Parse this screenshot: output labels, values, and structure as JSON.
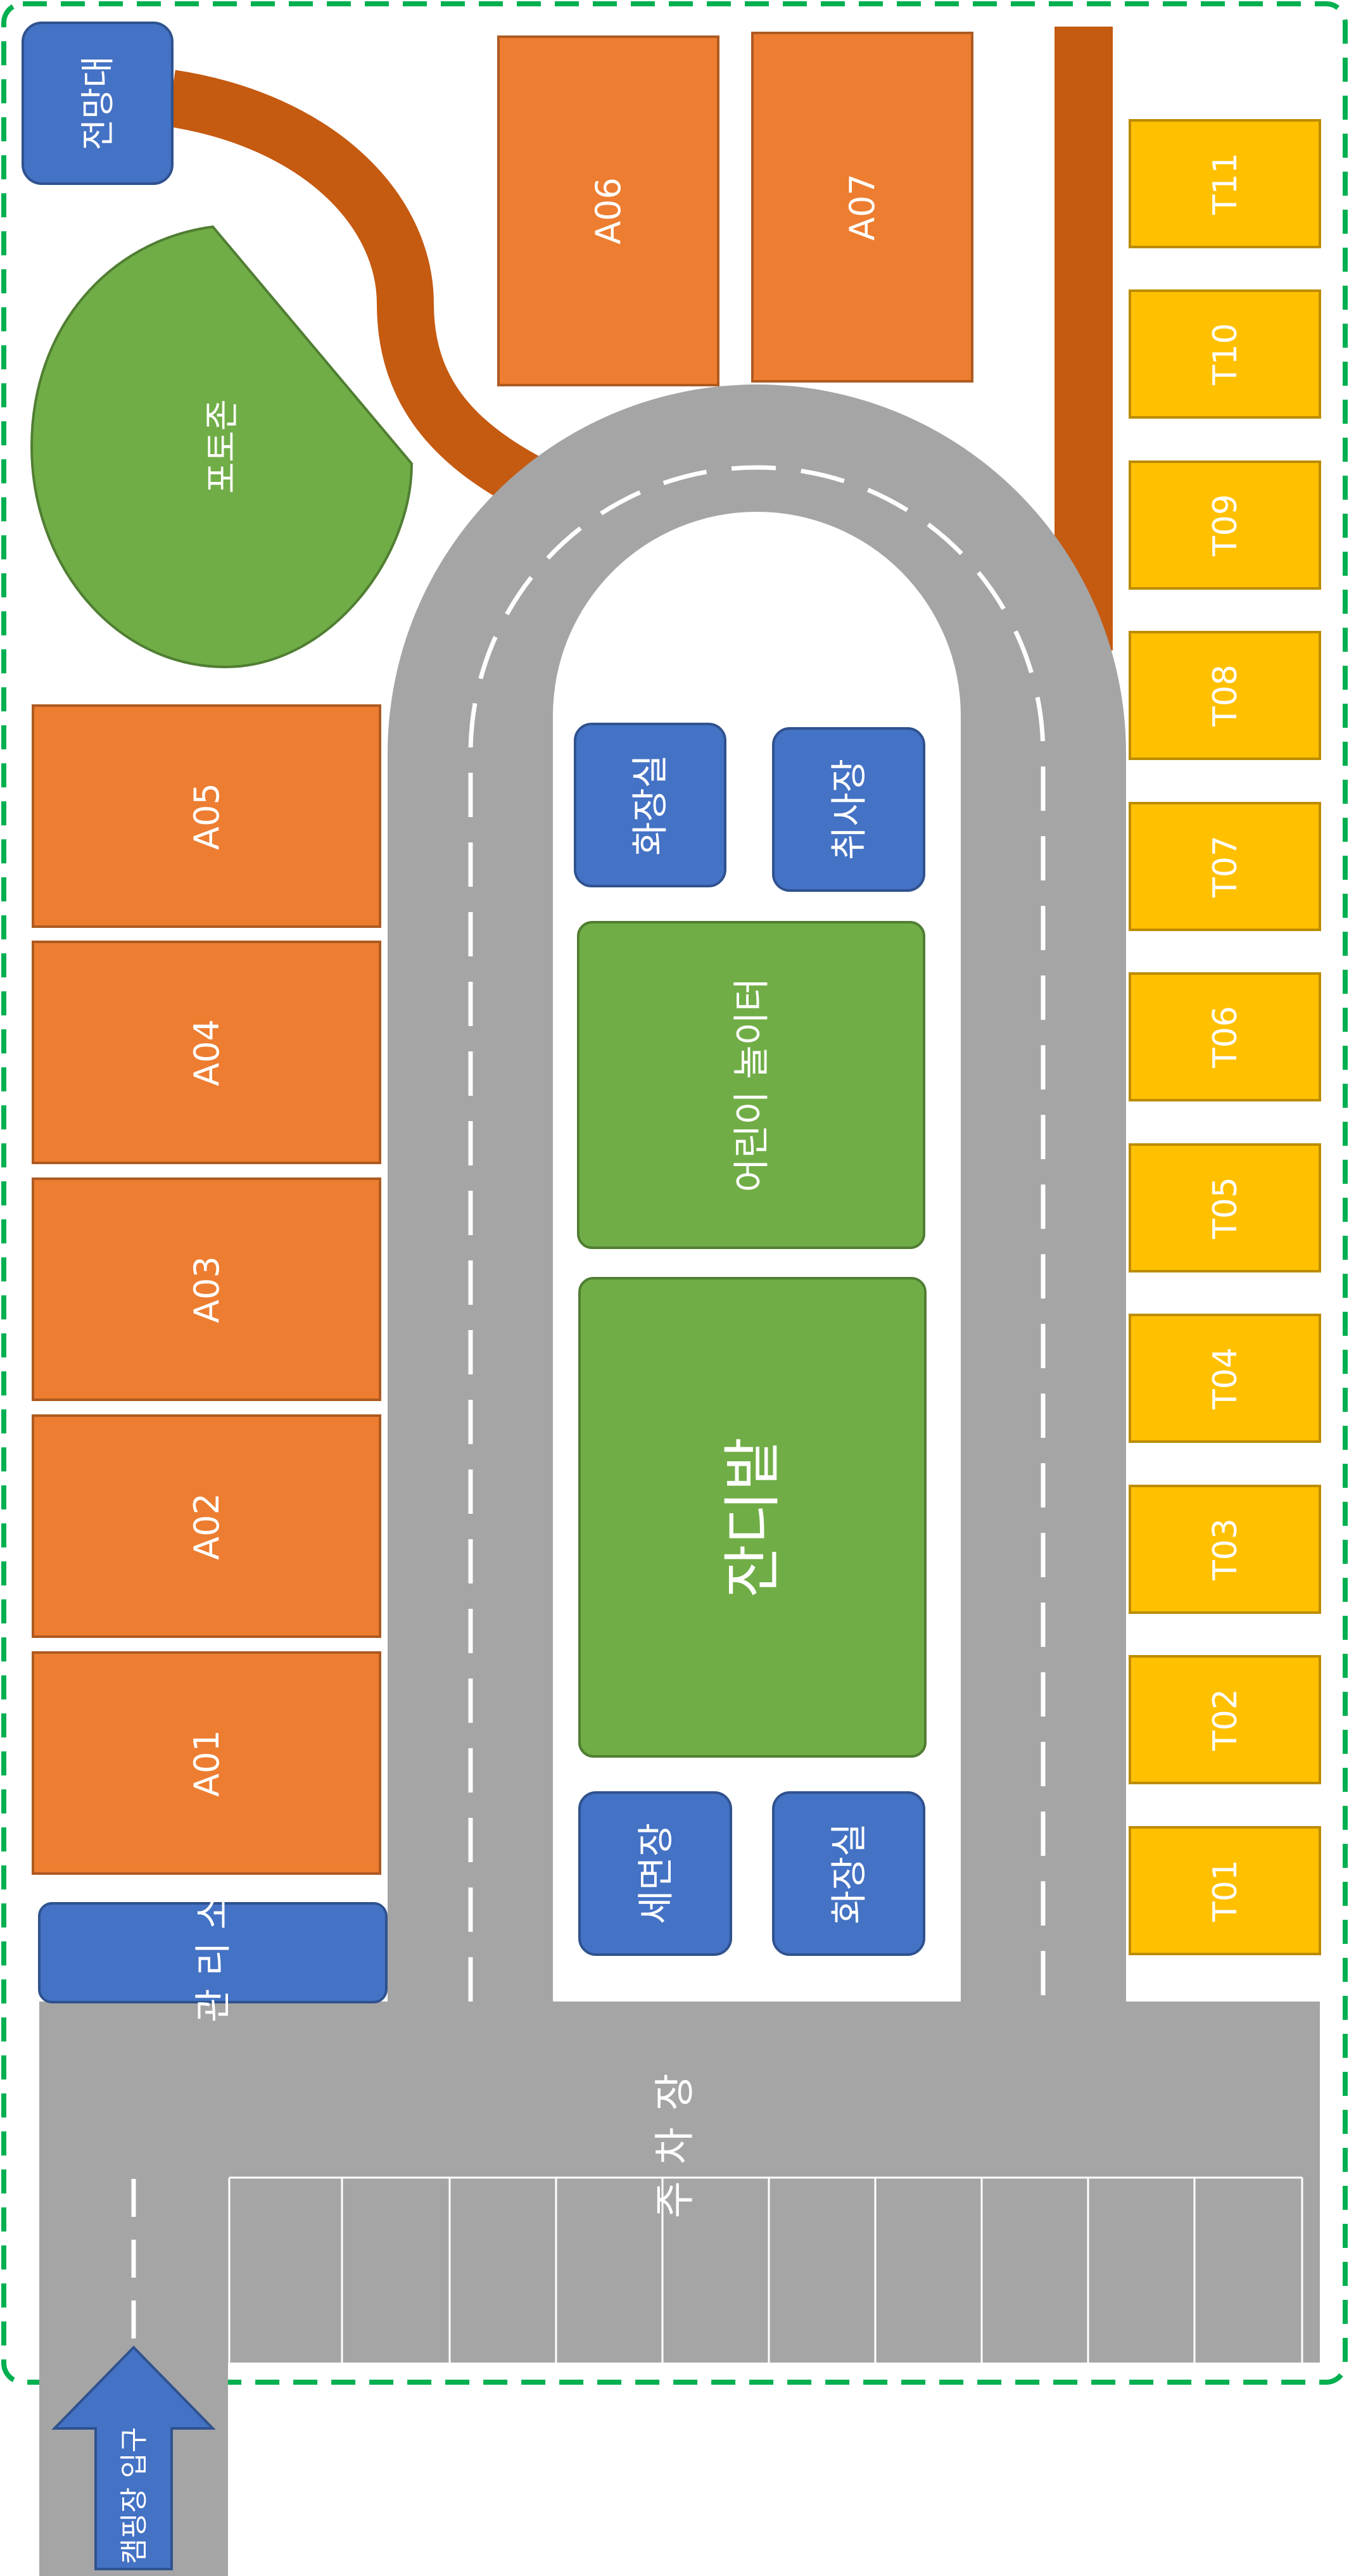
{
  "map": {
    "viewpoint": "전망대",
    "photo_zone": "포토존",
    "entrance": "캠핑장 입구",
    "office": "관리소",
    "parking": "주차장",
    "facilities": {
      "restroom_top": "화장실",
      "kitchen": "취사장",
      "playground": "어린이 놀이터",
      "lawn": "잔디밭",
      "washroom": "세면장",
      "restroom_bottom": "화장실"
    },
    "sites_a": [
      "A01",
      "A02",
      "A03",
      "A04",
      "A05",
      "A06",
      "A07"
    ],
    "sites_t": [
      "T01",
      "T02",
      "T03",
      "T04",
      "T05",
      "T06",
      "T07",
      "T08",
      "T09",
      "T10",
      "T11"
    ],
    "colors": {
      "road": "#a5a5a5",
      "trail": "#c55a11",
      "site_a": "#ed7d31",
      "site_t": "#ffc000",
      "facility_blue": "#4472c4",
      "green": "#70ad47",
      "boundary": "#00b050"
    }
  }
}
